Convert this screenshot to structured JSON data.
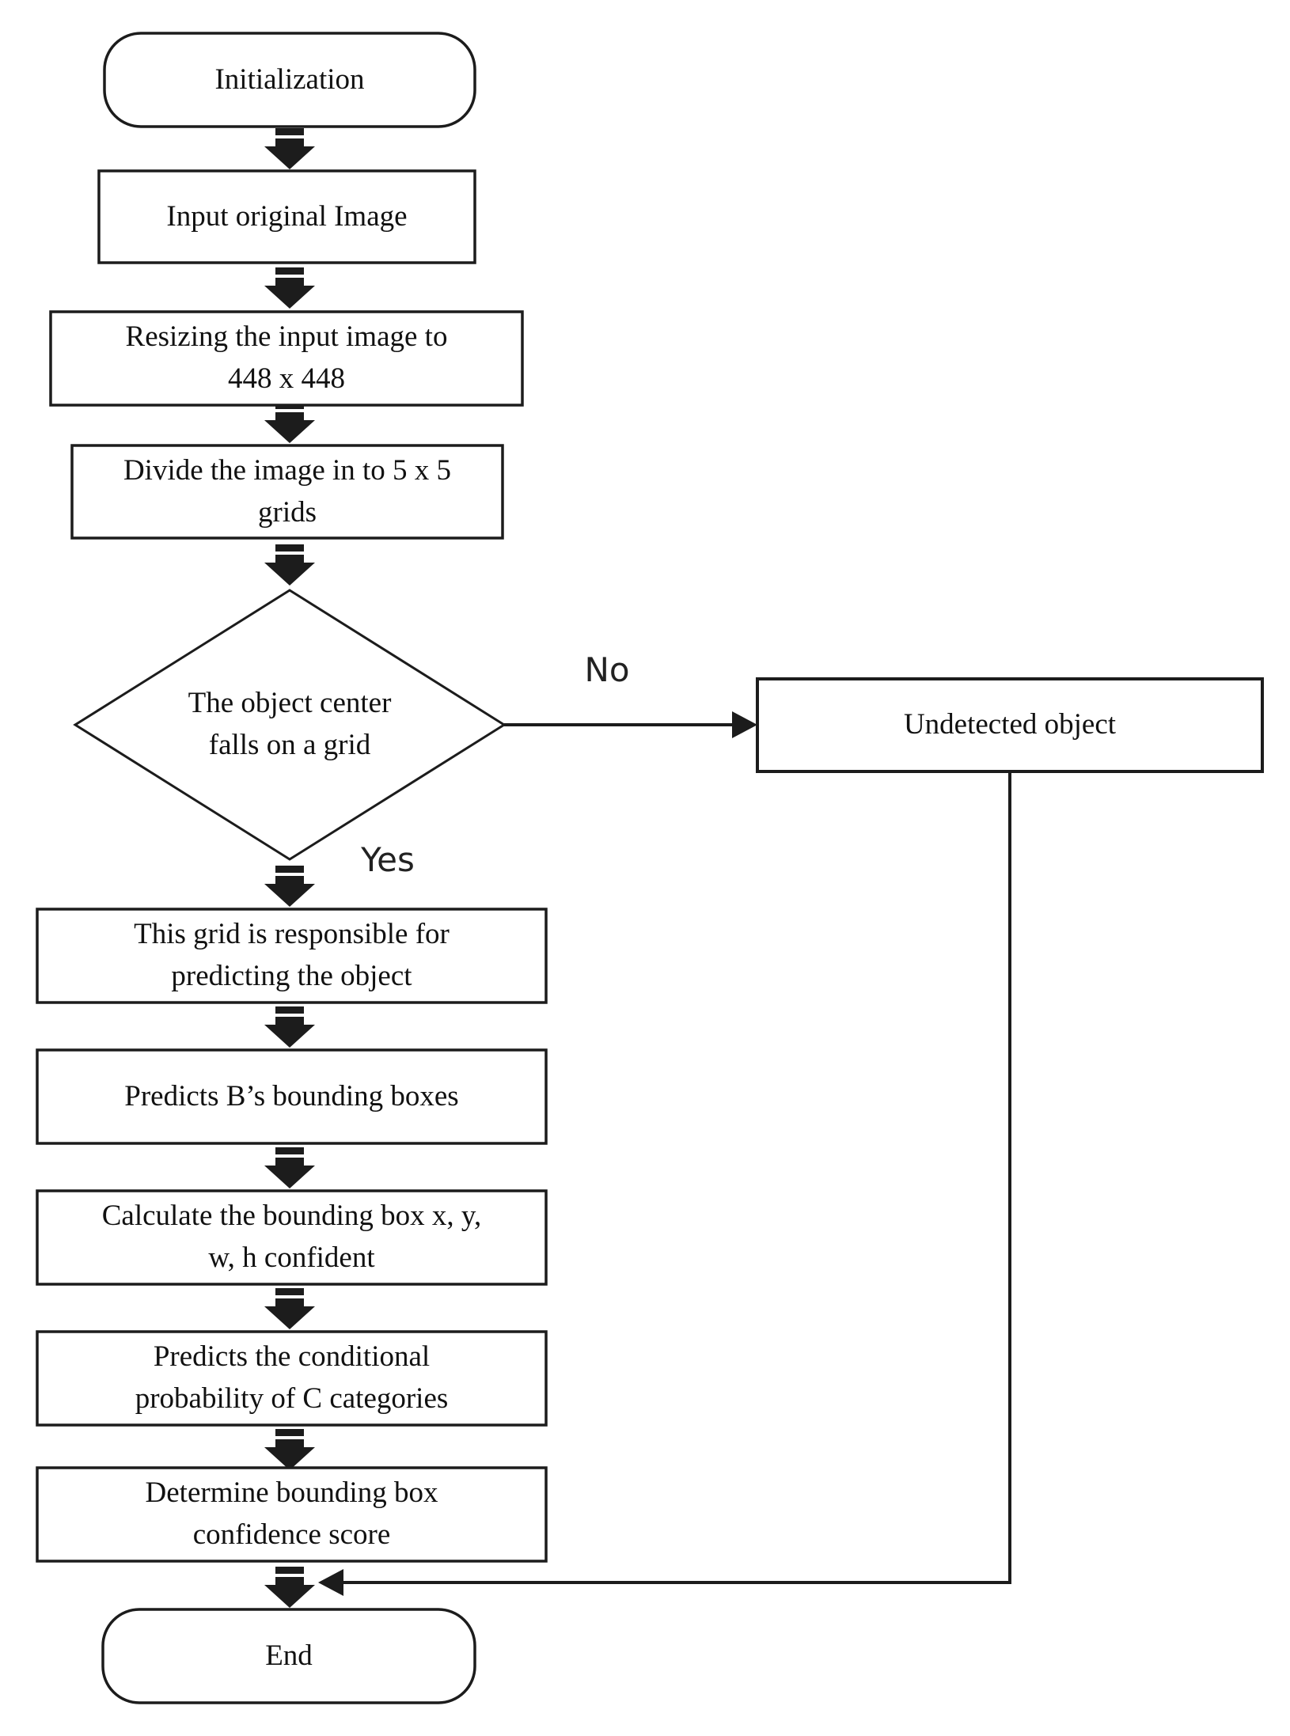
{
  "nodes": {
    "initialization": {
      "label": "Initialization",
      "type": "terminator"
    },
    "input": {
      "label": "Input original Image",
      "type": "process"
    },
    "resize": {
      "label": "Resizing the input image to\n448 x 448",
      "type": "process"
    },
    "divide": {
      "label": "Divide the image in to 5 x 5\ngrids",
      "type": "process"
    },
    "decision": {
      "label": "The object center\nfalls on a grid",
      "type": "decision"
    },
    "undetected": {
      "label": "Undetected object",
      "type": "process"
    },
    "grid_responsible": {
      "label": "This grid is responsible for\npredicting the object",
      "type": "process"
    },
    "predict_boxes": {
      "label": "Predicts B’s bounding boxes",
      "type": "process"
    },
    "calculate": {
      "label": "Calculate the bounding box x, y,\nw, h confident",
      "type": "process"
    },
    "conditional": {
      "label": "Predicts the conditional\nprobability of C categories",
      "type": "process"
    },
    "determine": {
      "label": "Determine bounding box\nconfidence score",
      "type": "process"
    },
    "end": {
      "label": "End",
      "type": "terminator"
    }
  },
  "edge_labels": {
    "yes": "Yes",
    "no": "No"
  },
  "colors": {
    "line": "#1c1c1c",
    "fill": "#ffffff",
    "background": "#ffffff"
  }
}
